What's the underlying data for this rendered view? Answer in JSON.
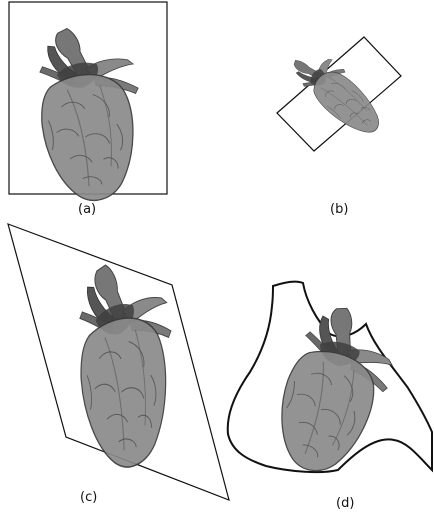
{
  "figure": {
    "panels": [
      {
        "id": "a",
        "label": "(a)",
        "frame": "rectangle",
        "icon": "heart-mesh-icon"
      },
      {
        "id": "b",
        "label": "(b)",
        "frame": "rotated-rectangle",
        "icon": "heart-mesh-icon"
      },
      {
        "id": "c",
        "label": "(c)",
        "frame": "parallelogram",
        "icon": "heart-mesh-icon"
      },
      {
        "id": "d",
        "label": "(d)",
        "frame": "freeform-curve",
        "icon": "heart-mesh-icon"
      }
    ],
    "colors": {
      "mesh": "#8a8a8a",
      "mesh_dark": "#4a4a4a",
      "frame": "#111111"
    }
  }
}
